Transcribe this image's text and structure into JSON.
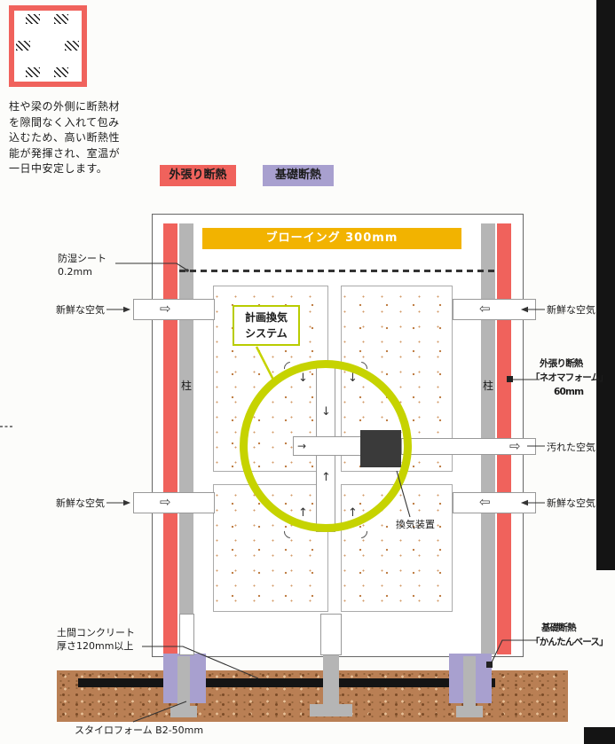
{
  "colors": {
    "exterior_red": "#f0625c",
    "foundation_lavender": "#a8a0cf",
    "banner_yellow": "#f2b300",
    "vent_lime": "#c6d300",
    "column_gray": "#b5b5b5",
    "ground_brown": "#b97f54",
    "device_dark": "#3a3a3a",
    "edge_black": "#141414"
  },
  "info": {
    "lines": [
      "柱や梁の外側に断熱材",
      "を隙間なく入れて包み",
      "込むため、高い断熱性",
      "能が発揮され、室温が",
      "一日中安定します。"
    ]
  },
  "legend": {
    "exterior": "外張り断熱",
    "foundation": "基礎断熱"
  },
  "diagram": {
    "blowing": "ブローイング 300mm",
    "moisture_sheet": {
      "line1": "防湿シート",
      "line2": "0.2mm"
    },
    "fresh_air": "新鮮な空気",
    "vent_system": {
      "line1": "計画換気",
      "line2": "システム"
    },
    "pillar": "柱",
    "exterior_detail": {
      "line1": "外張り断熱",
      "line2": "「ネオマフォーム」",
      "line3": "60mm"
    },
    "dirty_air": "汚れた空気",
    "vent_device": "換気装置",
    "foundation_detail": {
      "line1": "基礎断熱",
      "line2": "「かんたんベース」"
    },
    "slab": {
      "line1": "土間コンクリート",
      "line2": "厚さ120mm以上"
    },
    "styrofoam": "スタイロフォーム B2-50mm"
  },
  "icons": {
    "arrow_down": "↓",
    "arrow_up": "↑",
    "arrow_right": "→",
    "arrow_right_hollow": "⇨",
    "arrow_left_hollow": "⇦"
  }
}
